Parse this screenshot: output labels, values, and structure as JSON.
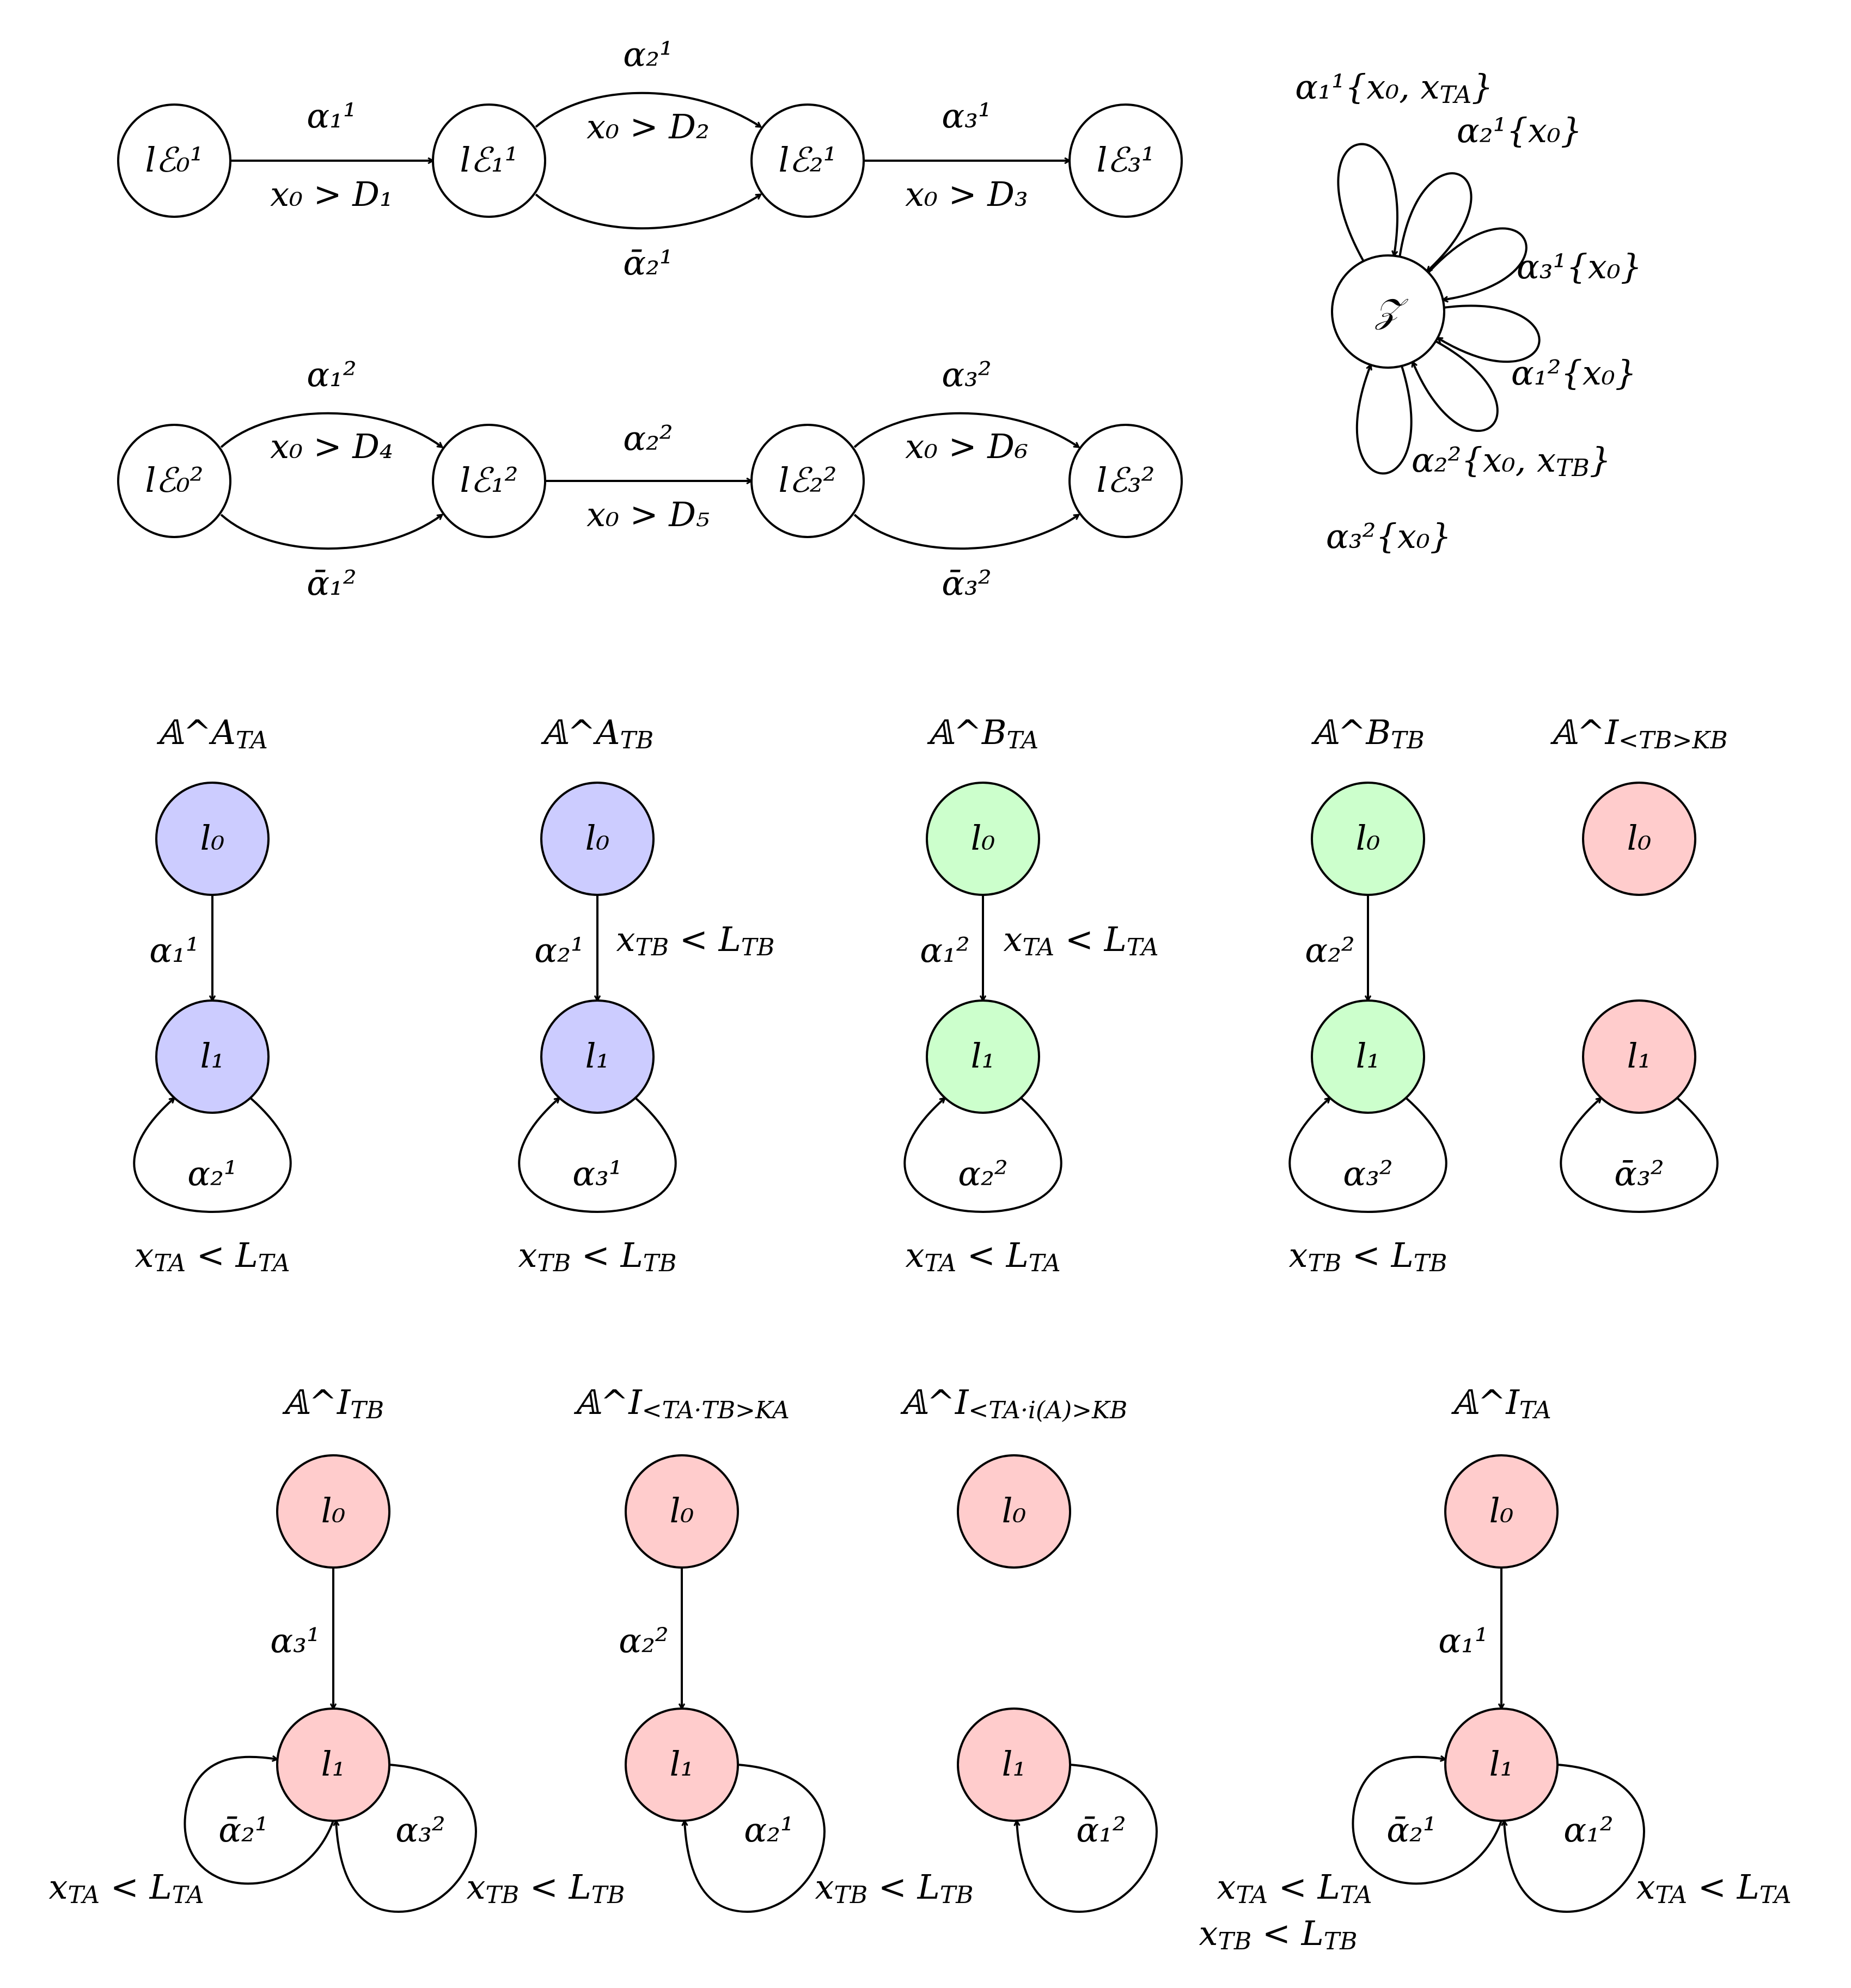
{
  "colors": {
    "white": "#ffffff",
    "blue": "#ccccff",
    "green": "#ccffcc",
    "red": "#ffcccc",
    "stroke": "#000000"
  },
  "event_automaton_1": {
    "states": [
      "lℰ₀¹",
      "lℰ₁¹",
      "lℰ₂¹",
      "lℰ₃¹"
    ],
    "edges": [
      {
        "from": 0,
        "to": 1,
        "event": "α₁¹",
        "guard": "x₀ > D₁"
      },
      {
        "from": 1,
        "to": 2,
        "event": "α₂¹",
        "guard": "x₀ > D₂"
      },
      {
        "from": 1,
        "to": 2,
        "event": "ᾱ₂¹",
        "guard": ""
      },
      {
        "from": 2,
        "to": 3,
        "event": "α₃¹",
        "guard": "x₀ > D₃"
      }
    ]
  },
  "event_automaton_2": {
    "states": [
      "lℰ₀²",
      "lℰ₁²",
      "lℰ₂²",
      "lℰ₃²"
    ],
    "edges": [
      {
        "from": 0,
        "to": 1,
        "event": "α₁²",
        "guard": "x₀ > D₄"
      },
      {
        "from": 0,
        "to": 1,
        "event": "ᾱ₁²",
        "guard": ""
      },
      {
        "from": 1,
        "to": 2,
        "event": "α₂²",
        "guard": "x₀ > D₅"
      },
      {
        "from": 2,
        "to": 3,
        "event": "α₃²",
        "guard": "x₀ > D₆"
      },
      {
        "from": 2,
        "to": 3,
        "event": "ᾱ₃²",
        "guard": ""
      }
    ]
  },
  "clock_automaton": {
    "state": "𝒵",
    "loops": [
      "α₁¹{x₀, x_{T_A}}",
      "α₂¹{x₀}",
      "α₃¹{x₀}",
      "α₁²{x₀}",
      "α₂²{x₀, x_{T_B}}",
      "α₃²{x₀}"
    ]
  },
  "components": [
    {
      "title": "𝔸^A_{T_A}",
      "color": "blue",
      "l0": "l₀",
      "l1": "l₁",
      "edge_event": "α₁¹",
      "edge_guard": "",
      "loop_left": "α₂¹",
      "loop_left_guard": "x_{T_A} < L_{T_A}"
    },
    {
      "title": "𝔸^A_{T_B}",
      "color": "blue",
      "l0": "l₀",
      "l1": "l₁",
      "edge_event": "α₂¹",
      "edge_guard": "x_{T_B} < L_{T_B}",
      "loop_left": "α₃¹",
      "loop_left_guard": "x_{T_B} < L_{T_B}"
    },
    {
      "title": "𝔸^B_{T_A}",
      "color": "green",
      "l0": "l₀",
      "l1": "l₁",
      "edge_event": "α₁²",
      "edge_guard": "x_{T_A} < L_{T_A}",
      "loop_left": "α₂²",
      "loop_left_guard": "x_{T_A} < L_{T_A}"
    },
    {
      "title": "𝔸^B_{T_B}",
      "color": "green",
      "l0": "l₀",
      "l1": "l₁",
      "edge_event": "α₂²",
      "edge_guard": "",
      "loop_left": "α₃²",
      "loop_left_guard": "x_{T_B} < L_{T_B}"
    },
    {
      "title": "𝔸^I_{<T_B>_{K_B}}",
      "color": "red",
      "l0": "l₀",
      "l1": "l₁",
      "edge_event": "",
      "edge_guard": "",
      "loop_left": "ᾱ₃²",
      "loop_left_guard": ""
    },
    {
      "title": "𝔸^I_{T_B}",
      "color": "red",
      "l0": "l₀",
      "l1": "l₁",
      "edge_event": "α₃¹",
      "edge_guard": "",
      "loop_left": "ᾱ₂¹",
      "loop_left_guard": "x_{T_A} < L_{T_A}",
      "loop_right": "α₃²",
      "loop_right_guard": "x_{T_B} < L_{T_B}"
    },
    {
      "title": "𝔸^I_{<T_A·T_B>_{K_A}}",
      "color": "red",
      "l0": "l₀",
      "l1": "l₁",
      "edge_event": "α₂²",
      "edge_guard": "",
      "loop_right": "α₂¹",
      "loop_right_guard": "x_{T_B} < L_{T_B}"
    },
    {
      "title": "𝔸^I_{<T_A·i(A)>_{K_B}}",
      "color": "red",
      "l0": "l₀",
      "l1": "l₁",
      "edge_event": "",
      "edge_guard": "",
      "loop_right": "ᾱ₁²",
      "loop_right_guard": ""
    },
    {
      "title": "𝔸^I_{T_A}",
      "color": "red",
      "l0": "l₀",
      "l1": "l₁",
      "edge_event": "α₁¹",
      "edge_guard": "",
      "loop_left": "ᾱ₂¹",
      "loop_left_guard": "x_{T_A} < L_{T_A}",
      "loop_left_guard_2": "x_{T_B} < L_{T_B}",
      "loop_right": "α₁²",
      "loop_right_guard": "x_{T_A} < L_{T_A}"
    }
  ]
}
